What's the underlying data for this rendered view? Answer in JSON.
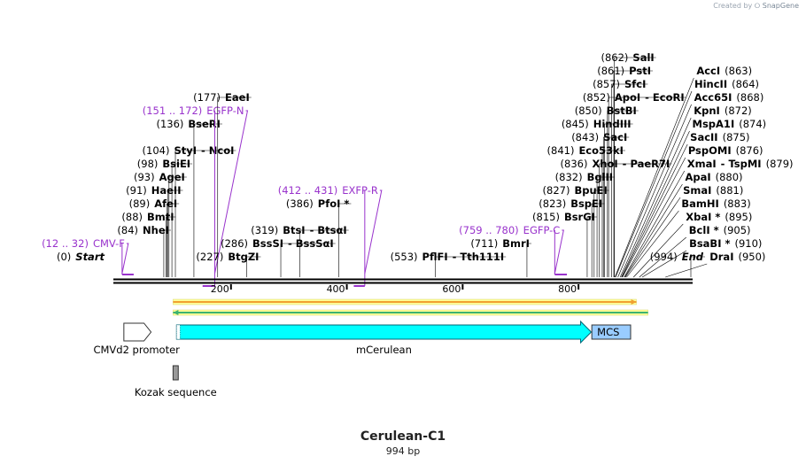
{
  "credit": {
    "prefix": "Created by",
    "brand": "SnapGene"
  },
  "map": {
    "name": "Cerulean-C1",
    "length_label": "994 bp",
    "length": 994,
    "ruler_ticks": [
      200,
      400,
      600,
      800
    ],
    "site_labels": [
      {
        "pos": "(0)",
        "name": "Start",
        "site": 0,
        "level": 0,
        "italic": true
      },
      {
        "pos": "(994)",
        "name": "End",
        "site": 994,
        "level": 0,
        "italic": true
      },
      {
        "pos": "(12 .. 32)",
        "name": "CMV-F",
        "site": 12,
        "site_end": 32,
        "level": 1,
        "primer": true
      },
      {
        "pos": "(84)",
        "name": "NheI",
        "site": 84,
        "level": 2
      },
      {
        "pos": "(88)",
        "name": "BmtI",
        "site": 88,
        "level": 3
      },
      {
        "pos": "(89)",
        "name": "AfeI",
        "site": 89,
        "level": 4
      },
      {
        "pos": "(91)",
        "name": "HaeII",
        "site": 91,
        "level": 5
      },
      {
        "pos": "(93)",
        "name": "AgeI",
        "site": 93,
        "level": 6
      },
      {
        "pos": "(98)",
        "name": "BsiEI",
        "site": 98,
        "level": 7
      },
      {
        "pos": "(104)",
        "name": "StyI",
        "suffix": "NcoI",
        "site": 104,
        "level": 8
      },
      {
        "pos": "(136)",
        "name": "BseRI",
        "site": 136,
        "level": 10
      },
      {
        "pos": "(151 .. 172)",
        "name": "EGFP-N",
        "site": 172,
        "site_end": 151,
        "level": 11,
        "primer": true
      },
      {
        "pos": "(177)",
        "name": "EaeI",
        "site": 177,
        "level": 12
      },
      {
        "pos": "(227)",
        "name": "BtgZI",
        "site": 227,
        "level": 0
      },
      {
        "pos": "(286)",
        "name": "BssSI",
        "suffix": "BssSαI",
        "site": 286,
        "level": 1
      },
      {
        "pos": "(319)",
        "name": "BtsI",
        "suffix": "BtsαI",
        "site": 319,
        "level": 2
      },
      {
        "pos": "(386)",
        "name": "PfoI *",
        "site": 386,
        "level": 4
      },
      {
        "pos": "(412 .. 431)",
        "name": "EXFP-R",
        "site": 431,
        "site_end": 412,
        "level": 5,
        "primer": true
      },
      {
        "pos": "(553)",
        "name": "PflFI",
        "suffix": "Tth111I",
        "site": 553,
        "level": 0
      },
      {
        "pos": "(711)",
        "name": "BmrI",
        "site": 711,
        "level": 1
      },
      {
        "pos": "(759 .. 780)",
        "name": "EGFP-C",
        "site": 759,
        "site_end": 780,
        "level": 2,
        "primer": true
      },
      {
        "pos": "(815)",
        "name": "BsrGI",
        "site": 815,
        "level": 3
      },
      {
        "pos": "(823)",
        "name": "BspEI",
        "site": 823,
        "level": 4
      },
      {
        "pos": "(827)",
        "name": "BpuEI",
        "site": 827,
        "level": 5
      },
      {
        "pos": "(832)",
        "name": "BglII",
        "site": 832,
        "level": 6
      },
      {
        "pos": "(836)",
        "name": "XhoI",
        "suffix": "PaeR7I",
        "site": 836,
        "level": 7
      },
      {
        "pos": "(841)",
        "name": "Eco53kI",
        "site": 841,
        "level": 8
      },
      {
        "pos": "(843)",
        "name": "SacI",
        "site": 843,
        "level": 9
      },
      {
        "pos": "(845)",
        "name": "HindIII",
        "site": 845,
        "level": 10
      },
      {
        "pos": "(850)",
        "name": "BstBI",
        "site": 850,
        "level": 11
      },
      {
        "pos": "(852)",
        "name": "ApoI",
        "suffix": "EcoRI",
        "site": 852,
        "level": 12
      },
      {
        "pos": "(857)",
        "name": "SfcI",
        "site": 857,
        "level": 13
      },
      {
        "pos": "(861)",
        "name": "PstI",
        "site": 861,
        "level": 14
      },
      {
        "pos": "(862)",
        "name": "SalI",
        "site": 862,
        "level": 15
      },
      {
        "pos": "(863)",
        "name": "AccI",
        "site": 863,
        "level": 14,
        "side": "right"
      },
      {
        "pos": "(864)",
        "name": "HincII",
        "site": 864,
        "level": 13,
        "side": "right"
      },
      {
        "pos": "(868)",
        "name": "Acc65I",
        "site": 868,
        "level": 12,
        "side": "right"
      },
      {
        "pos": "(872)",
        "name": "KpnI",
        "site": 872,
        "level": 11,
        "side": "right"
      },
      {
        "pos": "(874)",
        "name": "MspA1I",
        "site": 874,
        "level": 10,
        "side": "right"
      },
      {
        "pos": "(875)",
        "name": "SacII",
        "site": 875,
        "level": 9,
        "side": "right"
      },
      {
        "pos": "(876)",
        "name": "PspOMI",
        "site": 876,
        "level": 8,
        "side": "right"
      },
      {
        "pos": "(879)",
        "name": "XmaI",
        "suffix": "TspMI",
        "site": 879,
        "level": 7,
        "side": "right"
      },
      {
        "pos": "(880)",
        "name": "ApaI",
        "site": 880,
        "level": 6,
        "side": "right"
      },
      {
        "pos": "(881)",
        "name": "SmaI",
        "site": 881,
        "level": 5,
        "side": "right"
      },
      {
        "pos": "(883)",
        "name": "BamHI",
        "site": 883,
        "level": 4,
        "side": "right"
      },
      {
        "pos": "(895)",
        "name": "XbaI *",
        "site": 895,
        "level": 3,
        "side": "right"
      },
      {
        "pos": "(905)",
        "name": "BclI *",
        "site": 905,
        "level": 2,
        "side": "right"
      },
      {
        "pos": "(910)",
        "name": "BsaBI *",
        "site": 910,
        "level": 1,
        "side": "right"
      },
      {
        "pos": "(950)",
        "name": "DraI",
        "site": 950,
        "level": 0,
        "side": "right"
      }
    ],
    "features": [
      {
        "name": "CMVd2 promoter",
        "type": "promoter",
        "start": 12,
        "end": 62,
        "color": "#ffffff"
      },
      {
        "name": "mCerulean",
        "type": "cds",
        "start": 106,
        "end": 822,
        "color": "#00ffff"
      },
      {
        "name": "MCS",
        "type": "box",
        "start": 823,
        "end": 890,
        "color": "#99ccff"
      },
      {
        "name": "Kozak sequence",
        "type": "small",
        "start": 100,
        "end": 109,
        "color": "#999999"
      }
    ],
    "orfs": [
      {
        "start": 100,
        "end": 900,
        "direction": "forward",
        "color": "#f0a030"
      },
      {
        "start": 100,
        "end": 920,
        "direction": "reverse",
        "color": "#3cb371"
      }
    ],
    "colors": {
      "primer": "#9933cc",
      "backbone": "#000000",
      "text": "#000000"
    }
  }
}
